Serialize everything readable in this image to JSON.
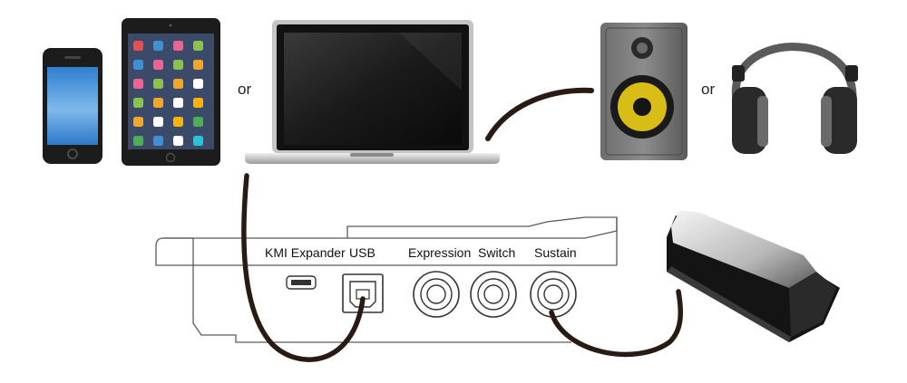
{
  "separators": {
    "or_left": "or",
    "or_right": "or"
  },
  "ports": {
    "kmi_expander": "KMI Expander",
    "usb": "USB",
    "expression": "Expression",
    "switch": "Switch",
    "sustain": "Sustain"
  },
  "devices": {
    "phone": "phone-icon",
    "tablet": "tablet-icon",
    "laptop": "laptop-icon",
    "speaker": "studio-monitor-icon",
    "headphones": "headphones-icon",
    "pedal": "sustain-pedal-icon",
    "controller": "midi-controller-rear-panel"
  },
  "colors": {
    "cable": "#2a1a14",
    "outline": "#555555",
    "speaker_cone": "#e0c21a",
    "device_dark": "#1a1a1a"
  }
}
